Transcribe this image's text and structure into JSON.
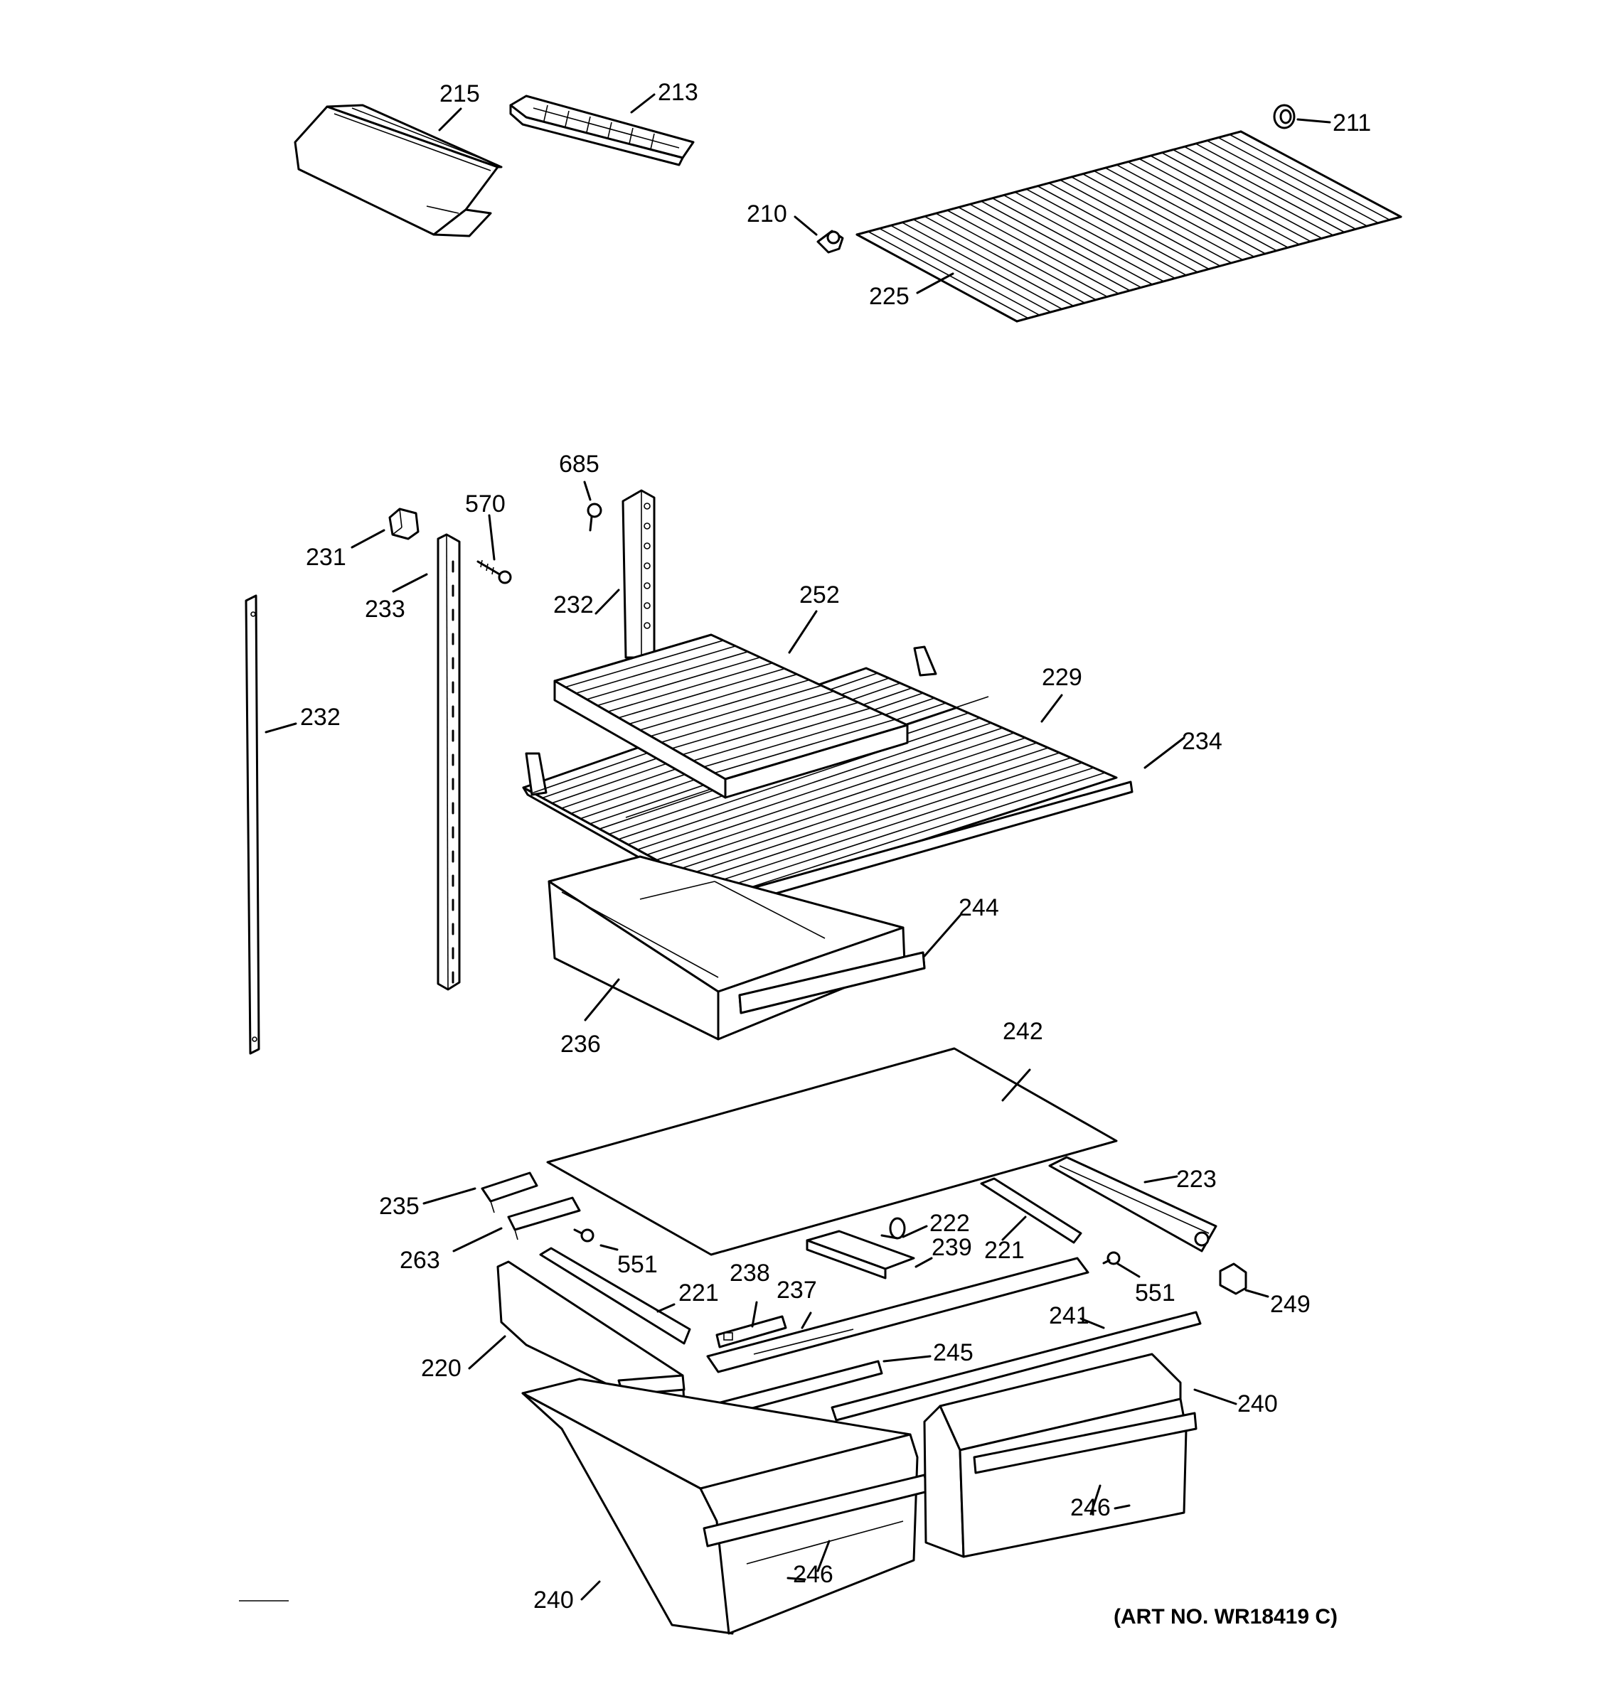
{
  "art_number": "(ART NO. WR18419 C)",
  "callouts": {
    "c215": "215",
    "c213": "213",
    "c211": "211",
    "c210": "210",
    "c225": "225",
    "c685": "685",
    "c570": "570",
    "c231": "231",
    "c233": "233",
    "c232a": "232",
    "c232b": "232",
    "c252": "252",
    "c229": "229",
    "c234": "234",
    "c244": "244",
    "c236": "236",
    "c242": "242",
    "c235": "235",
    "c263": "263",
    "c223": "223",
    "c222": "222",
    "c239": "239",
    "c221a": "221",
    "c221b": "221",
    "c551a": "551",
    "c551b": "551",
    "c249": "249",
    "c238": "238",
    "c237": "237",
    "c241": "241",
    "c220": "220",
    "c245": "245",
    "c240a": "240",
    "c240b": "240",
    "c246a": "246",
    "c246b": "246"
  }
}
